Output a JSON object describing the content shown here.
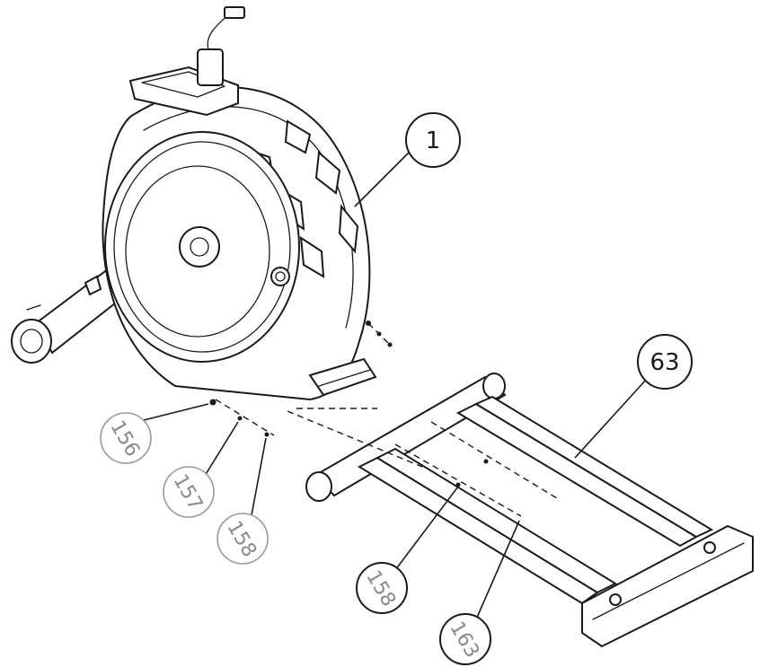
{
  "callouts": [
    {
      "id": "c1",
      "label": "1"
    },
    {
      "id": "c63a",
      "label": "63"
    },
    {
      "id": "c156",
      "label": "156"
    },
    {
      "id": "c157",
      "label": "157"
    },
    {
      "id": "c158a",
      "label": "158"
    },
    {
      "id": "c158b",
      "label": "158"
    },
    {
      "id": "c163",
      "label": "163"
    }
  ],
  "colors": {
    "line": "#1a1a1a",
    "faded_callout": "#8a8a8a",
    "background": "#ffffff"
  }
}
